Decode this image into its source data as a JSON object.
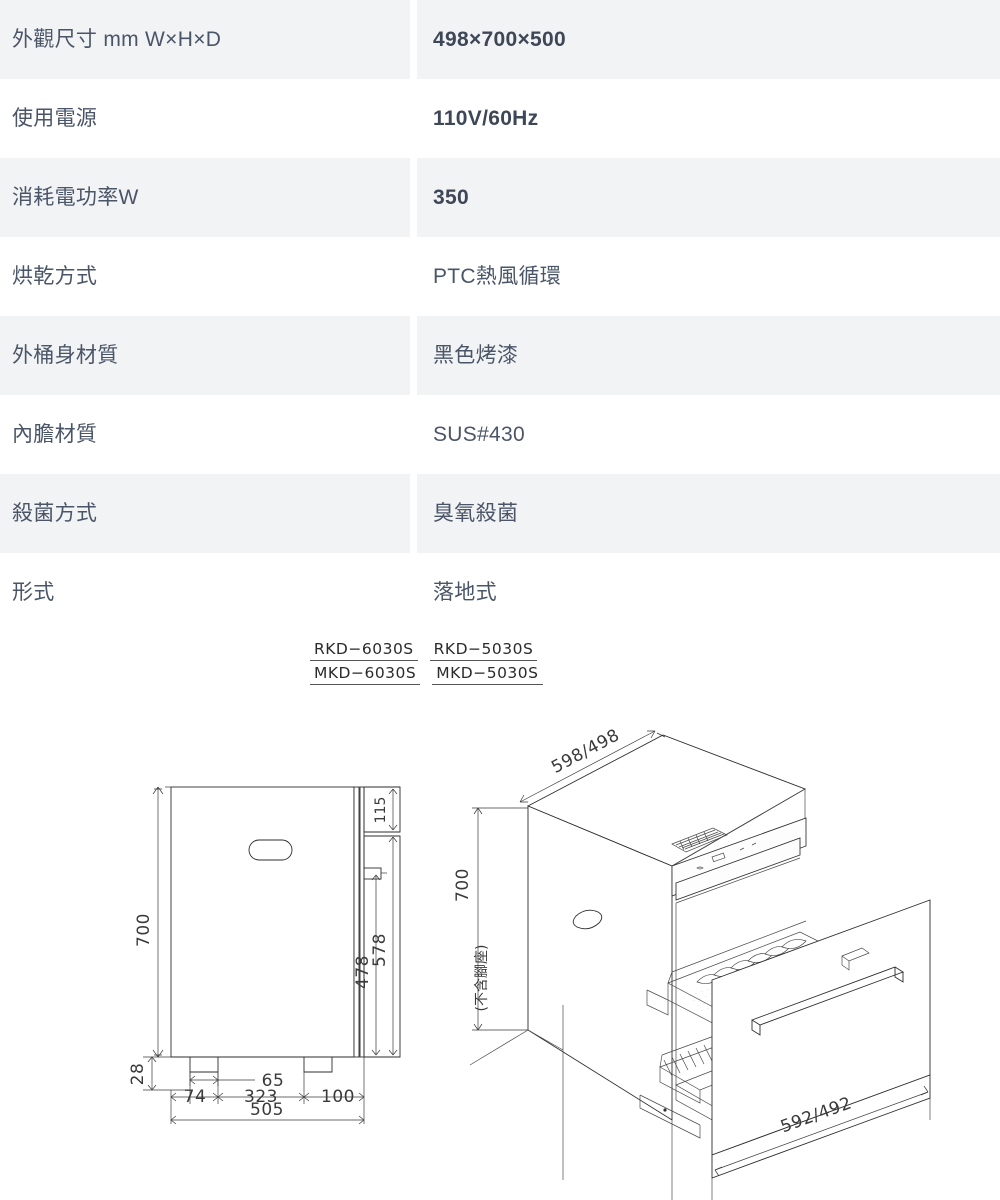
{
  "spec_table": {
    "rows": [
      {
        "label": "外觀尺寸 mm W×H×D",
        "value": "498×700×500",
        "bold_value": true,
        "shaded": true
      },
      {
        "label": "使用電源",
        "value": "110V/60Hz",
        "bold_value": true,
        "shaded": false
      },
      {
        "label": "消耗電功率W",
        "value": "350",
        "bold_value": true,
        "shaded": true
      },
      {
        "label": "烘乾方式",
        "value": "PTC熱風循環",
        "bold_value": false,
        "shaded": false
      },
      {
        "label": "外桶身材質",
        "value": "黑色烤漆",
        "bold_value": false,
        "shaded": true
      },
      {
        "label": "內膽材質",
        "value": "SUS#430",
        "bold_value": false,
        "shaded": false
      },
      {
        "label": "殺菌方式",
        "value": "臭氧殺菌",
        "bold_value": false,
        "shaded": true
      },
      {
        "label": "形式",
        "value": "落地式",
        "bold_value": false,
        "shaded": false
      }
    ],
    "shaded_color": "#f2f3f5",
    "text_color": "#4a5668"
  },
  "models": {
    "row1": [
      "RKD−6030S",
      "RKD−5030S"
    ],
    "row2": [
      "MKD−6030S",
      "MKD−5030S"
    ]
  },
  "drawings": {
    "side_view": {
      "caption": "side elevation technical drawing",
      "dimensions": {
        "height_total": "700",
        "top_panel": "115",
        "depth_outer": "578",
        "depth_inner": "478",
        "foot_height": "28",
        "foot_offset_left": "74",
        "foot_width": "65",
        "span_middle": "323",
        "span_right": "100",
        "width_total": "505"
      }
    },
    "iso_view": {
      "caption": "isometric cutaway of dish dryer with open drawer",
      "dimensions": {
        "width_top": "598/498",
        "height_side": "700",
        "height_note": "(不含腳座)",
        "width_front": "592/492"
      }
    }
  }
}
